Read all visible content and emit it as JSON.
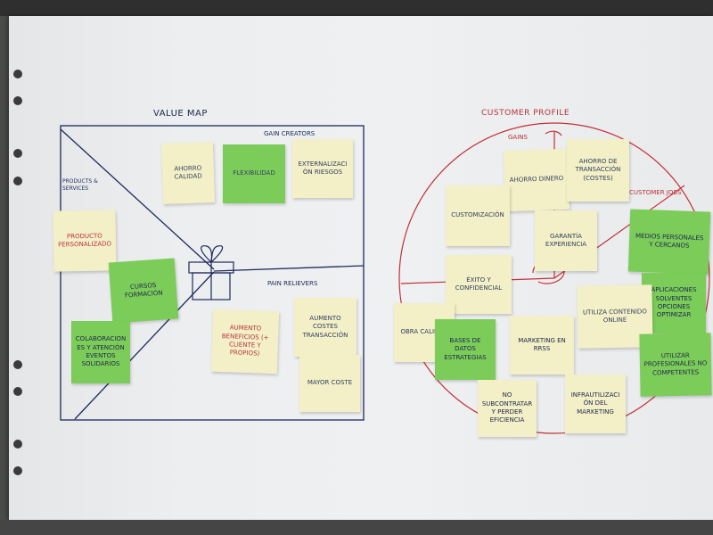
{
  "titles": {
    "value_map": "VALUE MAP",
    "customer_profile": "CUSTOMER PROFILE"
  },
  "section_labels": {
    "gain_creators": "GAIN CREATORS",
    "products_services": "PRODUCTS & SERVICES",
    "pain_relievers": "PAIN RELIEVERS",
    "gains": "GAINS",
    "customer_jobs": "CUSTOMER JOBS"
  },
  "value_map_notes": [
    {
      "text": "AHORRO CALIDAD"
    },
    {
      "text": "FLEXIBILIDAD"
    },
    {
      "text": "EXTERNALIZACIÓN RIESGOS"
    },
    {
      "text": "PRODUCTO PERSONALIZADO"
    },
    {
      "text": "CURSOS FORMACIÓN"
    },
    {
      "text": "COLABORACIONES Y ATENCIÓN EVENTOS SOLIDARIOS"
    },
    {
      "text": "AUMENTO BENEFICIOS (+ CLIENTE Y PROPIOS)"
    },
    {
      "text": "AUMENTO COSTES TRANSACCIÓN"
    },
    {
      "text": "MAYOR COSTE"
    }
  ],
  "customer_profile_notes": [
    {
      "text": "AHORRO DINERO"
    },
    {
      "text": "AHORRO DE TRANSACCIÓN (COSTES)"
    },
    {
      "text": "CUSTOMIZACIÓN"
    },
    {
      "text": "GARANTÍA EXPERIENCIA"
    },
    {
      "text": "MEDIOS PERSONALES Y CERCANOS"
    },
    {
      "text": "ÉXITO Y CONFIDENCIAL"
    },
    {
      "text": "APLICACIONES SOLVENTES OPCIONES OPTIMIZAR"
    },
    {
      "text": "UTILIZA CONTENIDO ONLINE"
    },
    {
      "text": "OBRA CALIDAD"
    },
    {
      "text": "BASES DE DATOS ESTRATEGIAS"
    },
    {
      "text": "MARKETING EN RRSS"
    },
    {
      "text": "UTILIZAR PROFESIONALES NO COMPETENTES"
    },
    {
      "text": "NO SUBCONTRATAR Y PERDER EFICIENCIA"
    },
    {
      "text": "INFRAUTILIZACIÓN DEL MARKETING"
    }
  ],
  "colors": {
    "paper": "#eceef0",
    "sticky_yellow": "#f3efc7",
    "sticky_green": "#7ccc5a",
    "ink_blue": "#1e2a5c",
    "ink_red": "#c43038"
  },
  "icons": [
    "gift-icon"
  ]
}
